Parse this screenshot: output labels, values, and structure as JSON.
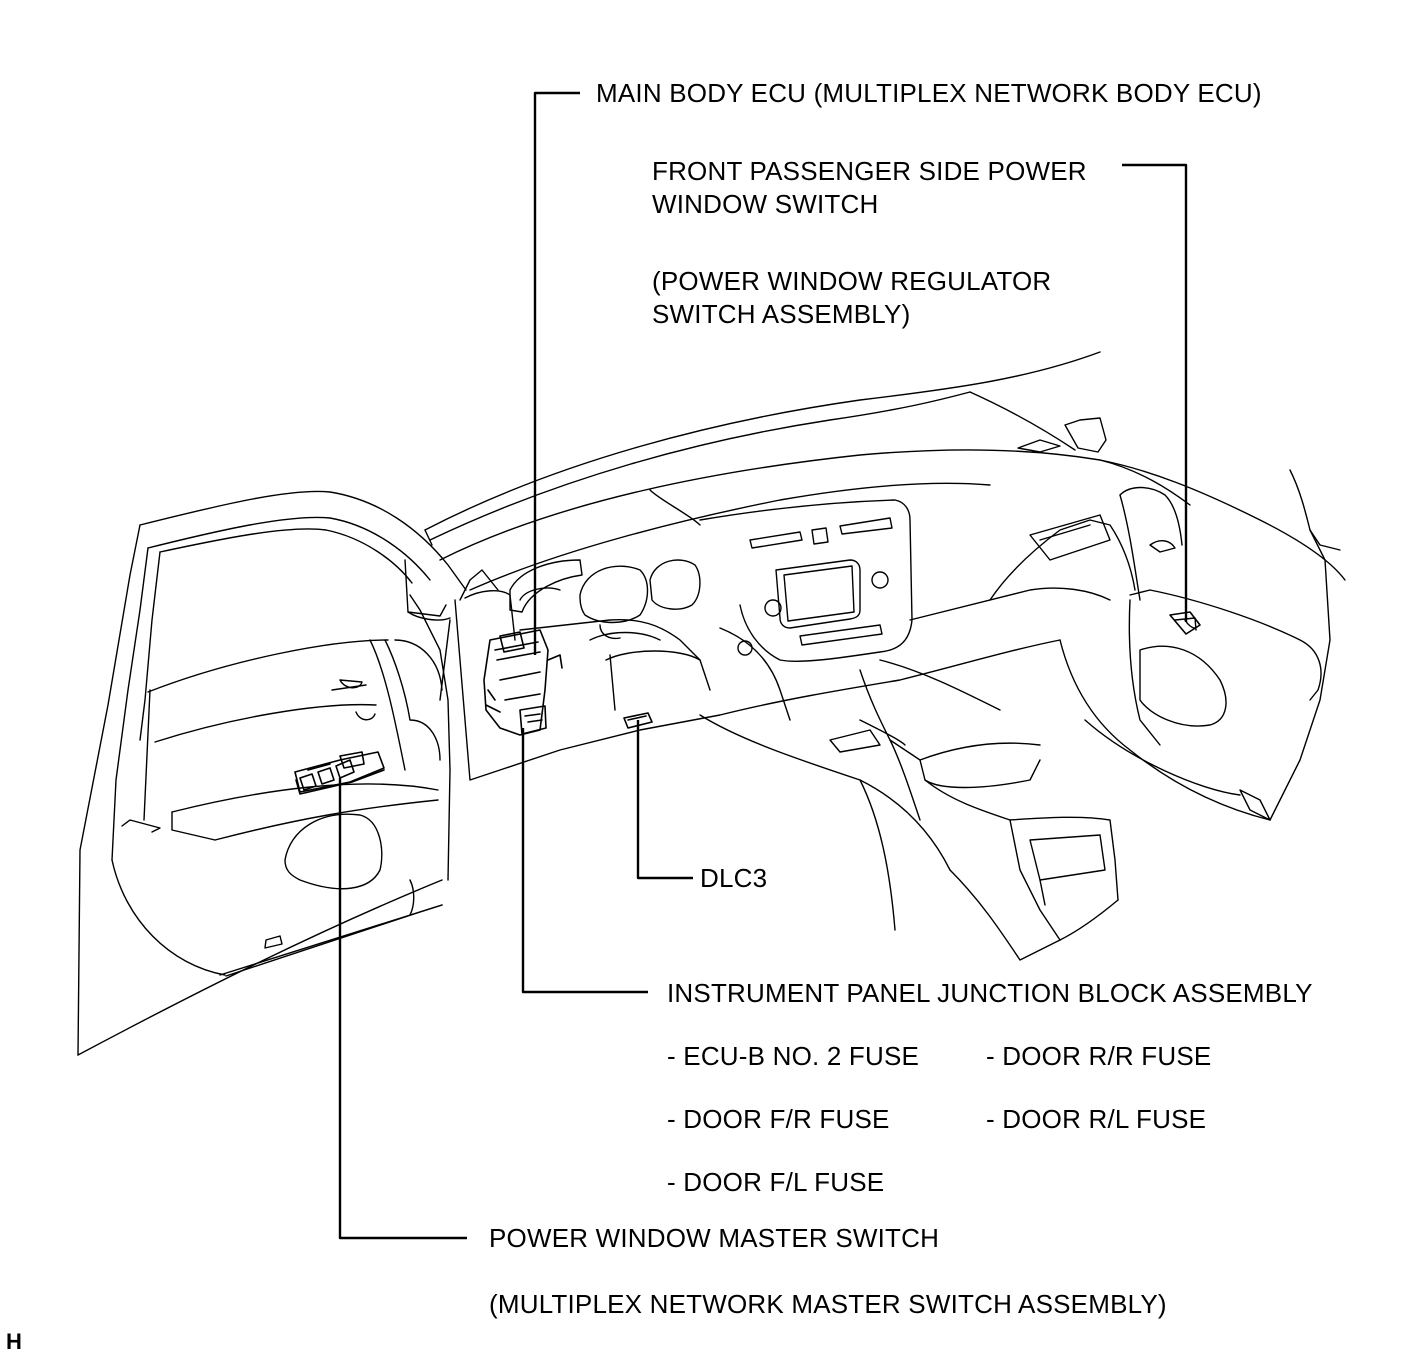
{
  "labels": {
    "main_body_ecu": "MAIN BODY ECU (MULTIPLEX NETWORK BODY ECU)",
    "front_passenger_line1": "FRONT PASSENGER SIDE POWER",
    "front_passenger_line2": "WINDOW SWITCH",
    "front_passenger_sub_line1": "(POWER WINDOW REGULATOR",
    "front_passenger_sub_line2": "SWITCH ASSEMBLY)",
    "dlc3": "DLC3",
    "junction_block": "INSTRUMENT PANEL JUNCTION BLOCK ASSEMBLY",
    "fuses": [
      "- ECU-B NO. 2 FUSE",
      "- DOOR R/R FUSE",
      "- DOOR F/R FUSE",
      "- DOOR R/L FUSE",
      "- DOOR F/L FUSE"
    ],
    "master_switch": "POWER WINDOW MASTER SWITCH",
    "master_switch_sub": "(MULTIPLEX NETWORK MASTER SWITCH ASSEMBLY)",
    "corner_mark": "H"
  },
  "colors": {
    "ink": "#000000",
    "background": "#ffffff"
  }
}
